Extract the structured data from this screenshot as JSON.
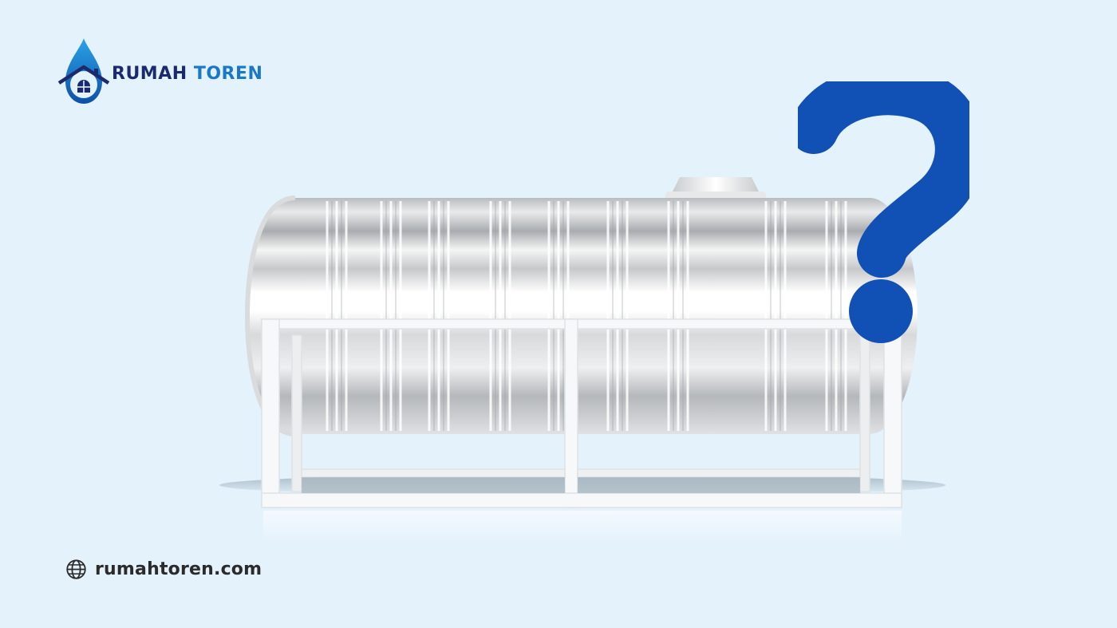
{
  "brand": {
    "name_part1": "RUMAH",
    "name_part2": "TOREN",
    "logo_icon": "water-drop-house-icon",
    "colors": {
      "dark_navy": "#1b2a6e",
      "blue": "#1a78c8"
    }
  },
  "footer": {
    "website": "rumahtoren.com",
    "icon": "globe-icon"
  },
  "illustration": {
    "subject": "horizontal stainless steel water tank on white frame stand",
    "overlay_symbol": "?",
    "overlay_color": "#1151b5"
  },
  "background_color": "#e4f2fc"
}
